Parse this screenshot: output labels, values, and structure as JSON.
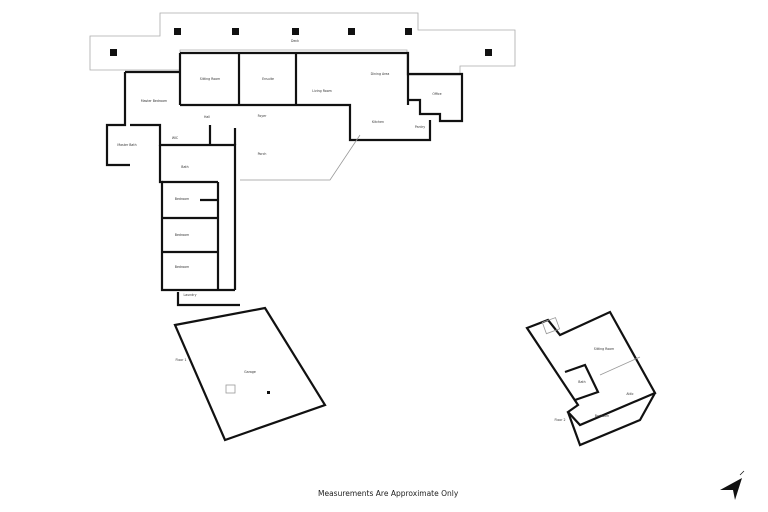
{
  "rooms": {
    "deck": "Deck",
    "sitting_room": "Sitting Room",
    "ensuite": "Ensuite",
    "living_room": "Living Room",
    "dining_area": "Dining Area",
    "kitchen": "Kitchen",
    "pantry": "Pantry",
    "office": "Office",
    "master_bedroom": "Master Bedroom",
    "master_bath": "Master Bath",
    "wic": "WIC",
    "hall": "Hall",
    "foyer": "Foyer",
    "porch": "Porch",
    "bath": "Bath",
    "bedroom_1": "Bedroom",
    "bedroom_2": "Bedroom",
    "bedroom_3": "Bedroom",
    "laundry": "Laundry",
    "garage": "Garage",
    "floor1": "Floor 1",
    "upper_sitting": "Sitting Room",
    "upper_bedroom": "Bedroom",
    "upper_bath": "Bath",
    "upper_attic": "Attic",
    "floor2": "Floor 2"
  },
  "footer_note": "Measurements Are Approximate Only",
  "compass": "north-arrow-icon"
}
